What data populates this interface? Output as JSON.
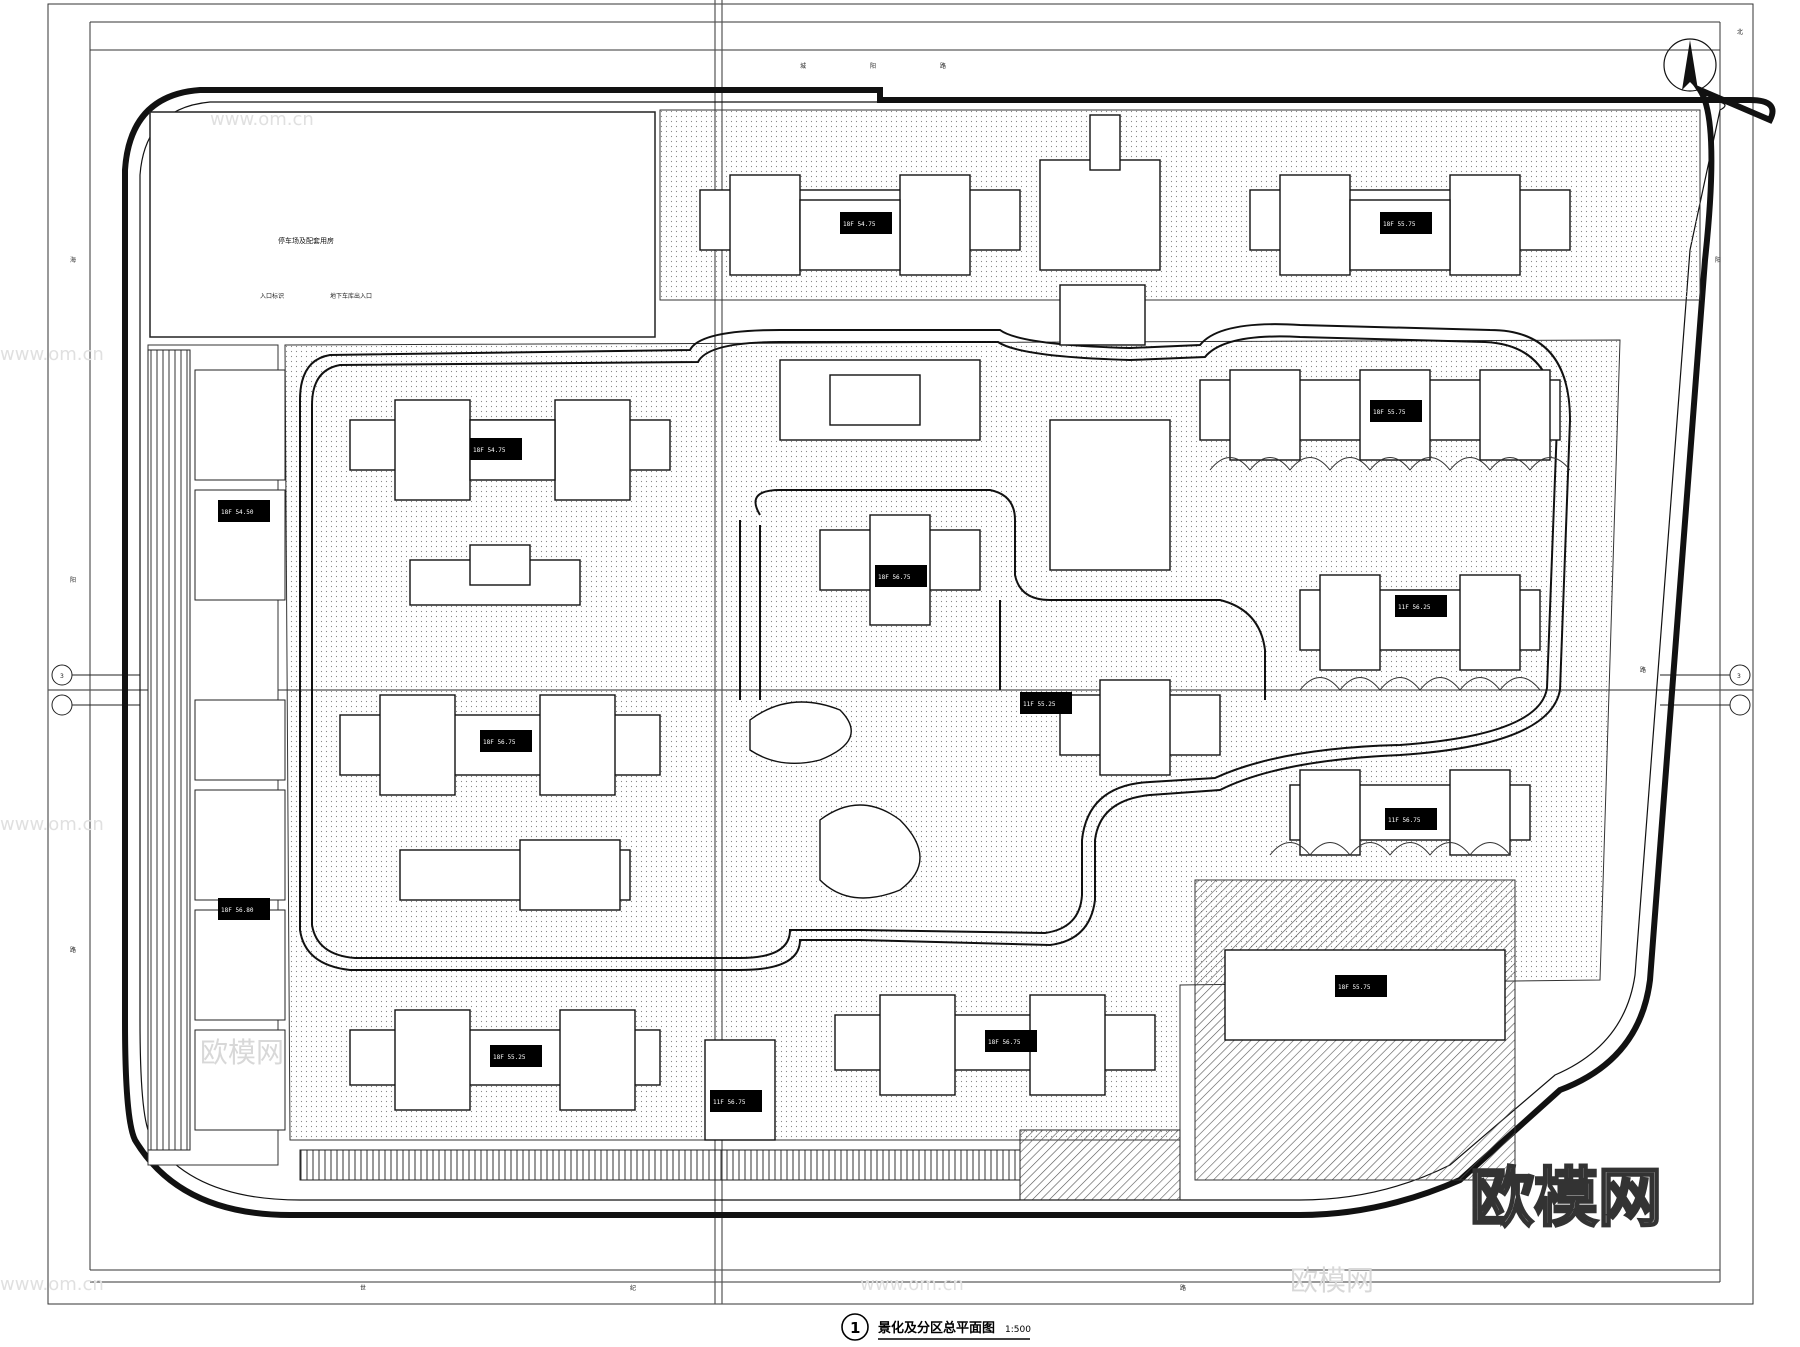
{
  "drawing": {
    "number": "1",
    "title": "景化及分区总平面图",
    "scale": "1:500"
  },
  "north_label": "北",
  "roads": {
    "top": [
      "城",
      "阳",
      "路"
    ],
    "left": [
      "海",
      "阳",
      "路"
    ],
    "right": [
      "阳",
      "路"
    ],
    "bottom": [
      "世",
      "纪",
      "路"
    ]
  },
  "notes": {
    "parking_lot": "停车场及配套用房",
    "entrance_note": "入口标识",
    "pedestrian_note": "地下车库出入口",
    "corner_tag_left": "3",
    "corner_tag_right": "3"
  },
  "building_tags": [
    "18F 54.75",
    "18F 55.75",
    "18F 54.75",
    "18F 55.75",
    "11F 55.25",
    "18F 56.75",
    "18F 56.75",
    "18F 55.25",
    "11F 56.25",
    "11F 56.75",
    "18F 56.75",
    "18F 55.75",
    "18F 56.80",
    "18F 54.50",
    "11F 56.75"
  ],
  "watermarks": {
    "brand": "欧模网",
    "url": "www.om.cn"
  }
}
